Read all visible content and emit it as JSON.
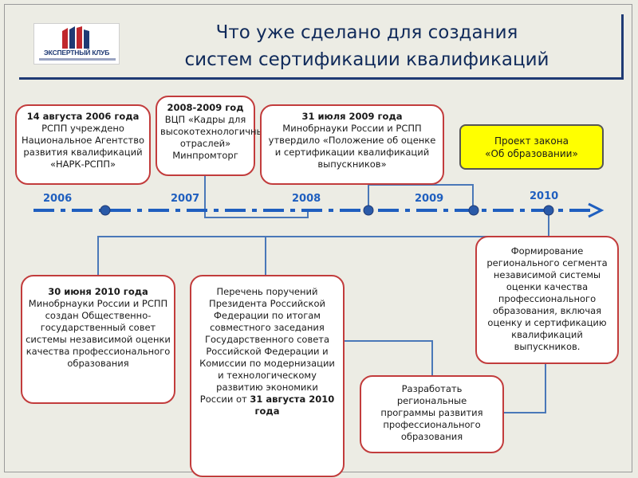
{
  "header": {
    "title_line1": "Что уже сделано для создания",
    "title_line2": "систем сертификации квалификаций",
    "logo_text": "ЭКСПЕРТНЫЙ КЛУБ"
  },
  "timeline": {
    "years": [
      "2006",
      "2007",
      "2008",
      "2009",
      "2010"
    ]
  },
  "boxes": {
    "aug2006": {
      "date": "14 августа 2006 года",
      "text": "РСПП учреждено Национальное Агентство развития квалификаций «НАРК-РСПП»"
    },
    "y2008_2009": {
      "date": "2008-2009 год",
      "text": "ВЦП «Кадры для высокотехнологичных отраслей» Минпромторг"
    },
    "jul2009": {
      "date": "31 июля 2009 года",
      "text": "Минобрнауки России и РСПП утвердило «Положение об оценке и сертификации квалификаций выпускников»"
    },
    "law_project": {
      "line1": "Проект закона",
      "line2": "«Об образовании»"
    },
    "jun2010": {
      "date": "30 июня 2010 года",
      "text": "Минобрнауки России и РСПП создан Общественно-государственный совет системы независимой оценки качества профессионального образования"
    },
    "president": {
      "text": "Перечень поручений Президента Российской Федерации по итогам совместного заседания Государственного совета Российской Федерации и Комиссии по модернизации и технологическому развитию экономики России от",
      "date": "31 августа 2010 года"
    },
    "regional": {
      "text": "Разработать региональные программы развития профессионального образования"
    },
    "forming": {
      "text": "Формирование регионального сегмента независимой системы оценки качества профессионального образования, включая оценку и сертификацию квалификаций выпускников."
    }
  },
  "colors": {
    "accent_blue": "#1f5fbf",
    "title_navy": "#102a5a",
    "box_border_red": "#c23c3c",
    "highlight_yellow": "#ffff00"
  }
}
